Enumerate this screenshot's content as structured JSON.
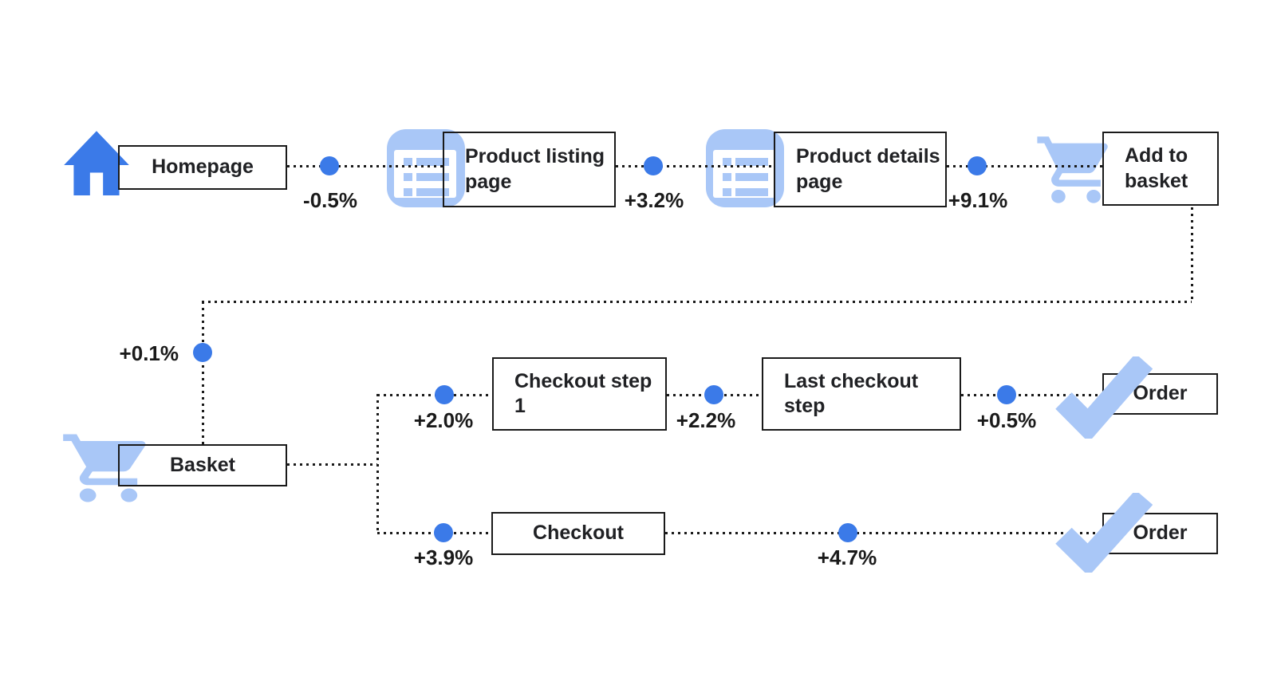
{
  "palette": {
    "accent_blue": "#3b7ae8",
    "icon_light_blue": "#a9c7f7",
    "line_black": "#1a1a1a",
    "text_black": "#202124",
    "background": "#ffffff"
  },
  "nodes": {
    "homepage": "Homepage",
    "product_listing_page": "Product listing page",
    "product_details_page": "Product details page",
    "add_to_basket": "Add to basket",
    "basket": "Basket",
    "checkout_step_1": "Checkout step 1",
    "last_checkout_step": "Last checkout step",
    "order_top": "Order",
    "checkout": "Checkout",
    "order_bottom": "Order"
  },
  "deltas": {
    "homepage_to_listing": "-0.5%",
    "listing_to_details": "+3.2%",
    "details_to_add_to_basket": "+9.1%",
    "add_to_basket_to_basket": "+0.1%",
    "basket_to_checkout_step_1": "+2.0%",
    "checkout_step_1_to_last_checkout": "+2.2%",
    "last_checkout_to_order": "+0.5%",
    "basket_to_checkout": "+3.9%",
    "checkout_to_order": "+4.7%"
  },
  "icons": {
    "homepage": "home-icon",
    "product_listing_page": "list-icon",
    "product_details_page": "list-icon",
    "add_to_basket": "cart-icon",
    "basket": "cart-icon",
    "order_top": "check-icon",
    "order_bottom": "check-icon"
  }
}
